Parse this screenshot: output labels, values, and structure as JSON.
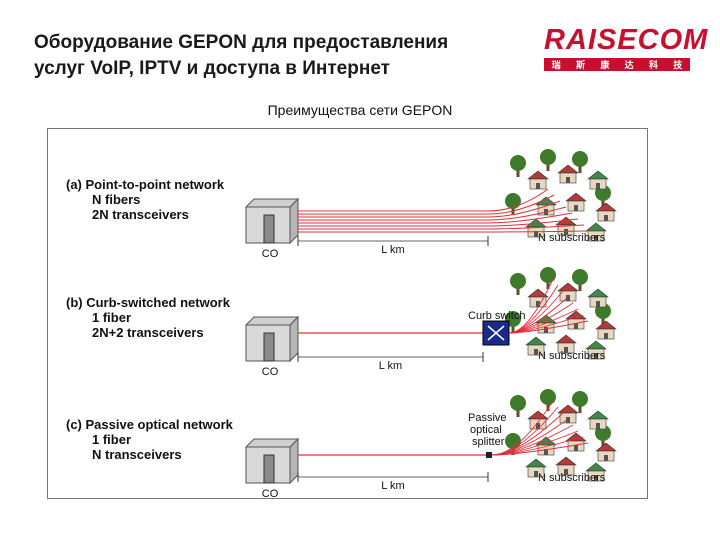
{
  "header": {
    "title_line1": "Оборудование GEPON для предоставления",
    "title_line2": "услуг VoIP, IPTV и доступа в Интернет",
    "logo_text": "RAISECOM",
    "logo_subtext": [
      "瑞",
      "斯",
      "康",
      "达",
      "科",
      "技"
    ],
    "subtitle": "Преимущества сети GEPON"
  },
  "diagram": {
    "sections": [
      {
        "heading": "(a) Point-to-point network",
        "line1": "N fibers",
        "line2": "2N transceivers",
        "device_label": "",
        "co_label": "CO",
        "km_label": "L km",
        "subscribers_label": "N subscribers"
      },
      {
        "heading": "(b) Curb-switched network",
        "line1": "1 fiber",
        "line2": "2N+2 transceivers",
        "device_label": "Curb switch",
        "co_label": "CO",
        "km_label": "L km",
        "subscribers_label": "N subscribers"
      },
      {
        "heading": "(c) Passive optical network",
        "line1": "1 fiber",
        "line2": "N transceivers",
        "device_label": "Passive optical splitter",
        "co_label": "CO",
        "km_label": "L km",
        "subscribers_label": "N subscribers"
      }
    ]
  },
  "colors": {
    "accent": "#c8102e",
    "fiber": "#e0303a",
    "tree": "#3f7a2a",
    "house_red": "#b23a3a",
    "house_green": "#3f8a4a"
  }
}
